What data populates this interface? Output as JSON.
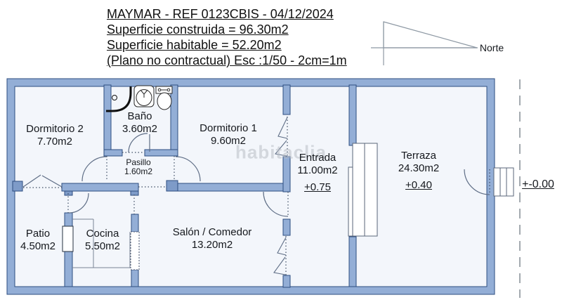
{
  "header": {
    "title": "MAYMAR - REF 0123CBIS - 04/12/2024",
    "line2": "Superficie construida = 96.30m2",
    "line3": "Superficie habitable = 52.20m2",
    "line4": "(Plano no contractual) Esc :1/50 - 2cm=1m"
  },
  "compass": {
    "label": "Norte"
  },
  "watermark": {
    "text": "habitaclia"
  },
  "levels": {
    "outside": "+-0.00"
  },
  "rooms": {
    "dormitorio2": {
      "name": "Dormitorio 2",
      "area": "7.70m2"
    },
    "bano": {
      "name": "Baño",
      "area": "3.60m2"
    },
    "pasillo": {
      "name": "Pasillo",
      "area": "1.60m2"
    },
    "dormitorio1": {
      "name": "Dormitorio 1",
      "area": "9.60m2"
    },
    "entrada": {
      "name": "Entrada",
      "area": "11.00m2",
      "level": "+0.75"
    },
    "terraza": {
      "name": "Terraza",
      "area": "24.30m2",
      "level": "+0.40"
    },
    "patio": {
      "name": "Patio",
      "area": "4.50m2"
    },
    "cocina": {
      "name": "Cocina",
      "area": "5.50m2"
    },
    "salon": {
      "name": "Salón / Comedor",
      "area": "13.20m2"
    }
  },
  "colors": {
    "wall_fill": "#93aed6",
    "wall_outline": "#2e4d80",
    "floor": "#f3f6fb",
    "linework": "#5f6e86",
    "watermark": "#b9bec6"
  }
}
